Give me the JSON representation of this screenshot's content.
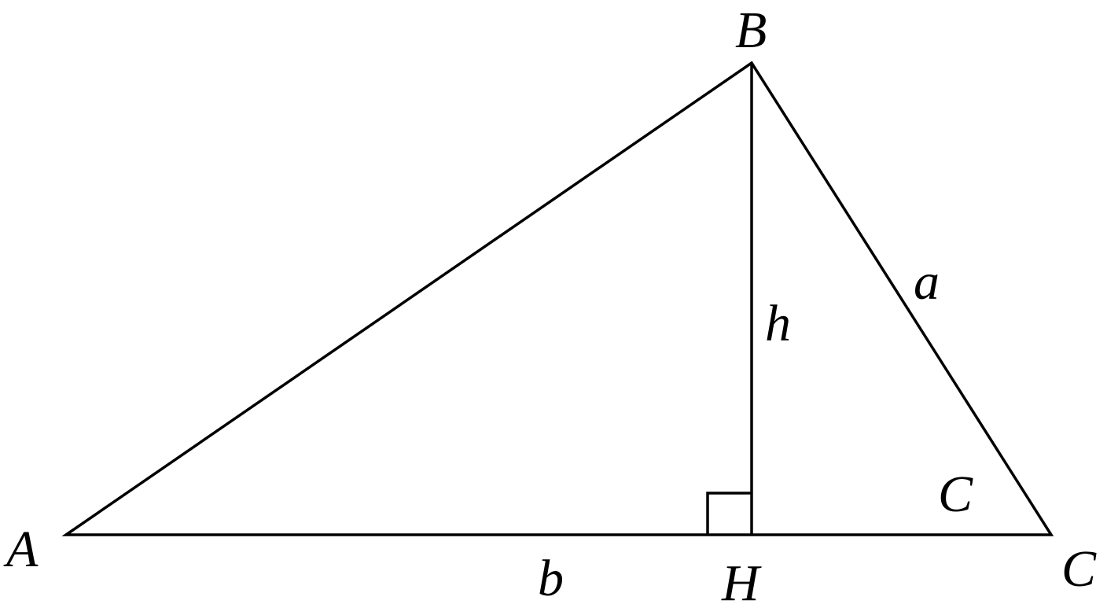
{
  "diagram": {
    "vertices": {
      "A": "A",
      "B": "B",
      "C": "C",
      "H": "H"
    },
    "sides": {
      "a": "a",
      "b": "b",
      "h": "h"
    },
    "angle_label": "C",
    "line_color": "#000000",
    "background_color": "#ffffff"
  }
}
